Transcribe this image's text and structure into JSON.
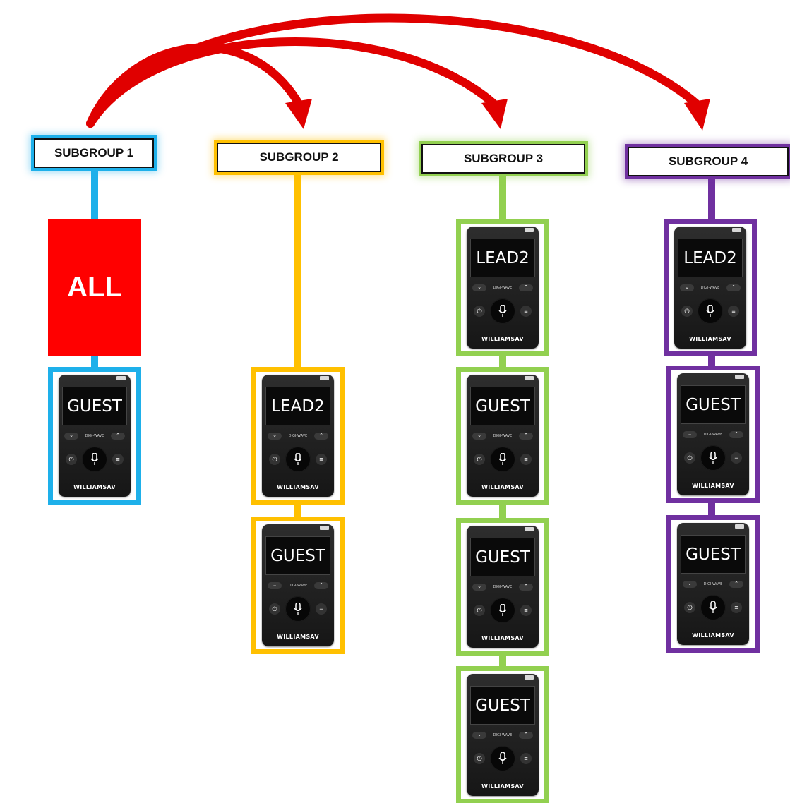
{
  "diagram": {
    "colors": {
      "arrow": "#e00000",
      "subgroup_1": "#1eb0ea",
      "subgroup_2": "#ffc000",
      "subgroup_3": "#92d050",
      "subgroup_4": "#7030a0",
      "all_box": "#ff0000"
    },
    "all_box": {
      "label": "ALL",
      "color": "#ff0000"
    },
    "device": {
      "brand": "DIGI-WAVE",
      "logo": "WILLIAMSAV",
      "icons": [
        "chevron-down-icon",
        "chevron-up-icon",
        "power-icon",
        "microphone-icon",
        "menu-check-icon"
      ]
    },
    "subgroups": [
      {
        "label": "SUBGROUP 1",
        "color": "#1eb0ea",
        "devices": [
          {
            "screen_label": "GUEST"
          }
        ]
      },
      {
        "label": "SUBGROUP 2",
        "color": "#ffc000",
        "devices": [
          {
            "screen_label": "LEAD2"
          },
          {
            "screen_label": "GUEST"
          }
        ]
      },
      {
        "label": "SUBGROUP 3",
        "color": "#92d050",
        "devices": [
          {
            "screen_label": "LEAD2"
          },
          {
            "screen_label": "GUEST"
          },
          {
            "screen_label": "GUEST"
          },
          {
            "screen_label": "GUEST"
          }
        ]
      },
      {
        "label": "SUBGROUP 4",
        "color": "#7030a0",
        "devices": [
          {
            "screen_label": "LEAD2"
          },
          {
            "screen_label": "GUEST"
          },
          {
            "screen_label": "GUEST"
          }
        ]
      }
    ]
  }
}
